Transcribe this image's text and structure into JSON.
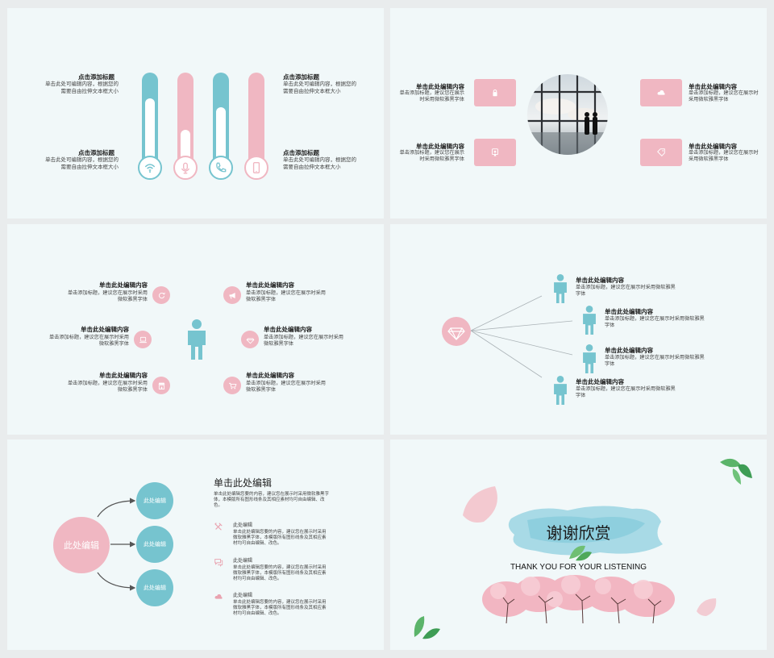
{
  "slide1": {
    "left_top_title": "点击添加标题",
    "left_top_body": "单击此处可编辑内容，根据您的需要自由拉伸文本框大小",
    "left_bottom_title": "点击添加标题",
    "left_bottom_body": "单击此处可编辑内容，根据您的需要自由拉伸文本框大小",
    "right_top_title": "点击添加标题",
    "right_top_body": "单击此处可编辑内容，根据您的需要自由拉伸文本框大小",
    "right_bottom_title": "点击添加标题",
    "right_bottom_body": "单击此处可编辑内容，根据您的需要自由拉伸文本框大小",
    "thermometers": [
      {
        "icon": "wifi-icon",
        "color": "#76c4cf",
        "level": 0.2
      },
      {
        "icon": "microphone-icon",
        "color": "#f0b7c2",
        "level": 0.55
      },
      {
        "icon": "phone-icon",
        "color": "#76c4cf",
        "level": 0.3
      },
      {
        "icon": "tablet-icon",
        "color": "#f0b7c2",
        "level": 0.85
      }
    ]
  },
  "slide2": {
    "items": [
      {
        "title": "单击此处编辑内容",
        "body": "单击添加标题，建议您在展示时采用微软雅黑字体",
        "icon": "lock-icon"
      },
      {
        "title": "单击此处编辑内容",
        "body": "单击添加标题，建议您在展示时采用微软雅黑字体",
        "icon": "certificate-icon"
      },
      {
        "title": "单击此处编辑内容",
        "body": "单击添加标题，建议您在展示时采用微软雅黑字体",
        "icon": "cloud-icon"
      },
      {
        "title": "单击此处编辑内容",
        "body": "单击添加标题，建议您在展示时采用微软雅黑字体",
        "icon": "tag-icon"
      }
    ]
  },
  "slide3": {
    "items": [
      {
        "title": "单击此处编辑内容",
        "body": "单击添加标题，建议您在展示时采用微软雅黑字体",
        "icon": "refresh-icon"
      },
      {
        "title": "单击此处编辑内容",
        "body": "单击添加标题，建议您在展示时采用微软雅黑字体",
        "icon": "laptop-icon"
      },
      {
        "title": "单击此处编辑内容",
        "body": "单击添加标题，建议您在展示时采用微软雅黑字体",
        "icon": "store-icon"
      },
      {
        "title": "单击此处编辑内容",
        "body": "单击添加标题，建议您在展示时采用微软雅黑字体",
        "icon": "megaphone-icon"
      },
      {
        "title": "单击此处编辑内容",
        "body": "单击添加标题，建议您在展示时采用微软雅黑字体",
        "icon": "diamond-icon"
      },
      {
        "title": "单击此处编辑内容",
        "body": "单击添加标题，建议您在展示时采用微软雅黑字体",
        "icon": "cart-icon"
      }
    ]
  },
  "slide4": {
    "items": [
      {
        "title": "单击此处编辑内容",
        "body": "单击添加标题，建议您在展示时采用微软雅黑字体"
      },
      {
        "title": "单击此处编辑内容",
        "body": "单击添加标题，建议您在展示时采用微软雅黑字体"
      },
      {
        "title": "单击此处编辑内容",
        "body": "单击添加标题，建议您在展示时采用微软雅黑字体"
      },
      {
        "title": "单击此处编辑内容",
        "body": "单击添加标题，建议您在展示时采用微软雅黑字体"
      }
    ]
  },
  "slide5": {
    "center_label": "此处编辑",
    "branches": [
      "此处编辑",
      "此处编辑",
      "此处编辑"
    ],
    "heading": "单击此处编辑",
    "intro": "单击此处编辑您要的内容，建议您在展示时采用微软雅黑字体，本模版所有图形线条及其相应素材均可自由编辑、改色。",
    "notes": [
      {
        "title": "此处编辑",
        "body": "单击此处编辑您要的内容，建议您在展示时采用微软雅黑字体，本模版所有图形线条及其相应素材均可自由编辑、改色。",
        "icon": "tools-icon"
      },
      {
        "title": "此处编辑",
        "body": "单击此处编辑您要的内容，建议您在展示时采用微软雅黑字体，本模版所有图形线条及其相应素材均可自由编辑、改色。",
        "icon": "chat-icon"
      },
      {
        "title": "此处编辑",
        "body": "单击此处编辑您要的内容，建议您在展示时采用微软雅黑字体，本模版所有图形线条及其相应素材均可自由编辑、改色。",
        "icon": "cloud-icon"
      }
    ]
  },
  "slide6": {
    "title": "谢谢欣赏",
    "subtitle": "THANK YOU FOR YOUR LISTENING"
  },
  "colors": {
    "teal": "#76c4cf",
    "pink": "#f0b7c2",
    "background": "#f1f8f9"
  }
}
